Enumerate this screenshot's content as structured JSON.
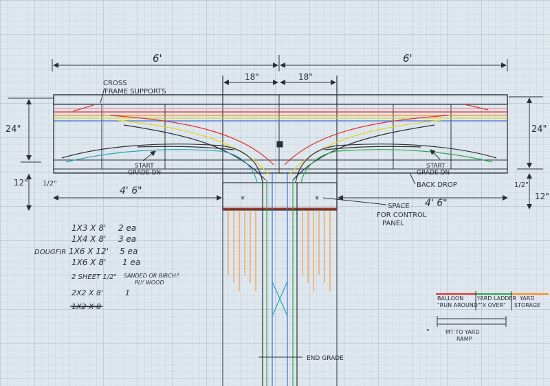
{
  "dimensions": {
    "left_width": "6'",
    "right_width": "6'",
    "center_left": "18\"",
    "center_right": "18\"",
    "depth_left": "24\"",
    "depth_right": "24\"",
    "gap_left": "1/2\"",
    "gap_right": "1/2\"",
    "height_left": "12\"",
    "height_right": "12\"",
    "lower_left": "4' 6\"",
    "lower_right": "4' 6\""
  },
  "labels": {
    "cross_frame_line1": "CROSS",
    "cross_frame_line2": "FRAME SUPPORTS",
    "start_grade_left_1": "START",
    "start_grade_left_2": "GRADE DN",
    "start_grade_right_1": "START",
    "start_grade_right_2": "GRADE DN",
    "back_drop": "BACK DROP",
    "space_1": "SPACE",
    "space_2": "FOR CONTROL",
    "space_3": "PANEL",
    "end_grade": "END GRADE"
  },
  "materials": {
    "dougfir_label": "DOUGFIR",
    "items": [
      {
        "size": "1X3 X 8'",
        "qty": "2 ea"
      },
      {
        "size": "1X4 X 8'",
        "qty": "3 ea"
      },
      {
        "size": "1X6 X 12'",
        "qty": "5 ea"
      },
      {
        "size": "1X6 X 8'",
        "qty": "1 ea"
      }
    ],
    "plywood_1": "2 SHEET 1/2\"",
    "plywood_2": "SANDED OR BIRCH?",
    "plywood_3": "PLY WOOD",
    "extra_size": "2X2 X 8'",
    "extra_qty": "1",
    "struck_item": "1X2 X 8"
  },
  "legend": {
    "col1_line1": "BALLOON",
    "col1_line2": "\"RUN AROUND\"",
    "col2_line1": "YARD LADDER",
    "col2_line2": "\"X OVER\"",
    "col3_line1": "YARD",
    "col3_line2": "STORAGE",
    "ramp_mark": "\"",
    "ramp_line1": "MT TO YARD",
    "ramp_line2": "RAMP",
    "colors": {
      "balloon": "#e0302a",
      "ladder": "#2aa84a",
      "storage": "#ff8a1a",
      "yellow": "#e8d51d",
      "blue": "#3a6fe0",
      "teal": "#27a3b5"
    }
  }
}
